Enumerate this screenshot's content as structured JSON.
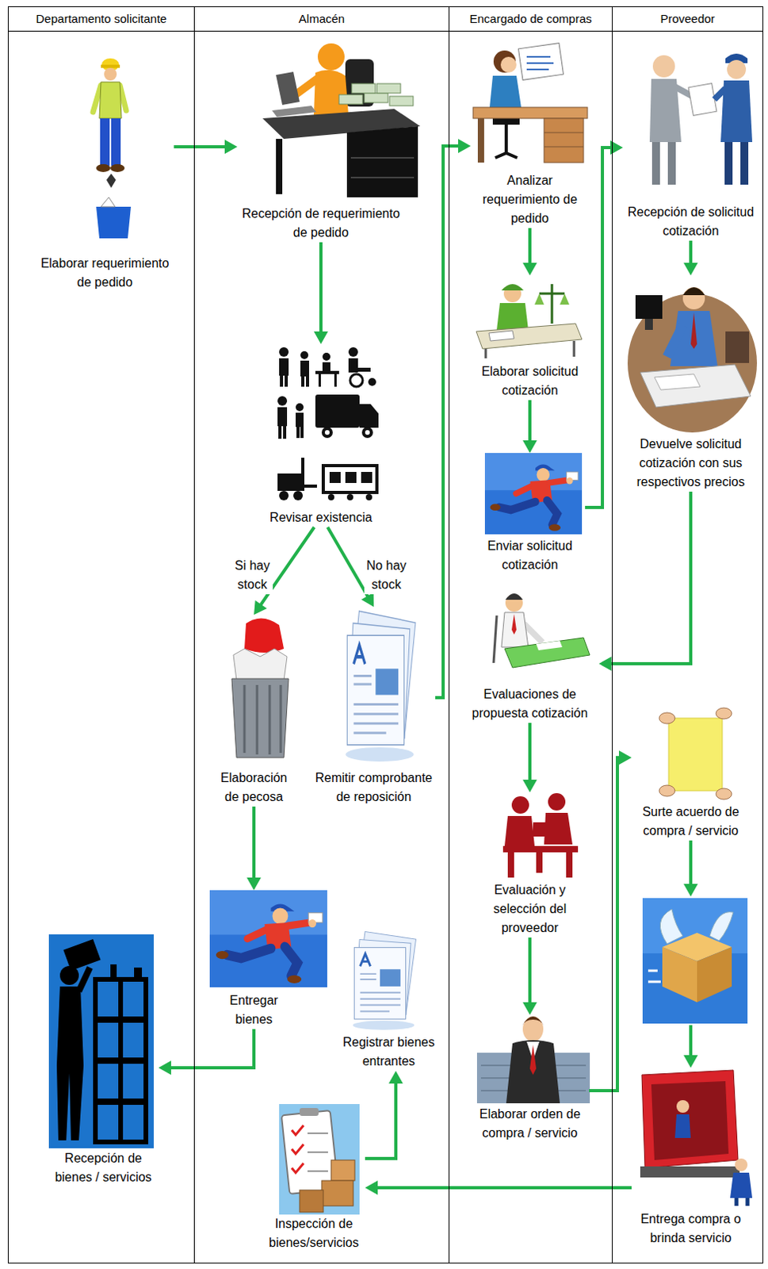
{
  "diagram": {
    "nodes": [
      {
        "text": [
          "Departamento solicitante"
        ]
      },
      {
        "text": [
          "Almacén"
        ]
      },
      {
        "text": [
          "Encargado de compras"
        ]
      },
      {
        "text": [
          "Proveedor"
        ]
      },
      {
        "text": [
          "Elaborar requerimiento de pedido"
        ],
        "in": 0
      },
      {
        "text": [
          "Recepción de bienes / servicios"
        ],
        "in": 0
      },
      {
        "text": [
          "Recepción de requerimiento de pedido"
        ],
        "in": 1
      },
      {
        "text": [
          "Revisar existencia"
        ],
        "in": 1
      },
      {
        "text": [
          "Elaboración de pecosa"
        ],
        "in": 1
      },
      {
        "text": [
          "Remitir comprobante de reposición"
        ],
        "in": 1
      },
      {
        "text": [
          "Entregar bienes"
        ],
        "in": 1
      },
      {
        "text": [
          "Registrar bienes entrantes"
        ],
        "in": 1
      },
      {
        "text": [
          "Inspección de bienes/servicios"
        ],
        "in": 1
      },
      {
        "text": [
          "Analizar requerimiento de pedido"
        ],
        "in": 2
      },
      {
        "text": [
          "Elaborar solicitud cotización"
        ],
        "in": 2
      },
      {
        "text": [
          "Enviar solicitud cotización"
        ],
        "in": 2
      },
      {
        "text": [
          "Evaluaciones de propuesta cotización"
        ],
        "in": 2
      },
      {
        "text": [
          "Evaluación y selección del proveedor"
        ],
        "in": 2
      },
      {
        "text": [
          "Elaborar orden de compra / servicio"
        ],
        "in": 2
      },
      {
        "text": [
          "Recepción de solicitud cotización"
        ],
        "in": 3
      },
      {
        "text": [
          "Devuelve solicitud cotización con sus respectivos precios"
        ],
        "in": 3
      },
      {
        "text": [
          "Surte acuerdo de compra / servicio"
        ],
        "in": 3
      },
      {
        "text": [
          "Entrega compra o brinda servicio"
        ],
        "in": 3
      }
    ],
    "edges": [
      {
        "from": 4,
        "to": 6,
        "arrow": "to"
      },
      {
        "from": 6,
        "to": 7,
        "arrow": "to"
      },
      {
        "from": 7,
        "to": 8,
        "label": "Si hay stock",
        "arrow": "to"
      },
      {
        "from": 7,
        "to": 9,
        "label": "No hay stock",
        "arrow": "to"
      },
      {
        "from": 8,
        "to": 10,
        "arrow": "to"
      },
      {
        "from": 10,
        "to": 5,
        "arrow": "to"
      },
      {
        "from": 9,
        "to": 13,
        "arrow": "to"
      },
      {
        "from": 13,
        "to": 14,
        "arrow": "to"
      },
      {
        "from": 14,
        "to": 15,
        "arrow": "to"
      },
      {
        "from": 15,
        "to": 19,
        "arrow": "to"
      },
      {
        "from": 19,
        "to": 20,
        "arrow": "to"
      },
      {
        "from": 20,
        "to": 16,
        "arrow": "to"
      },
      {
        "from": 16,
        "to": 17,
        "arrow": "to"
      },
      {
        "from": 17,
        "to": 18,
        "arrow": "to"
      },
      {
        "from": 18,
        "to": 21,
        "arrow": "to"
      },
      {
        "from": 21,
        "to": 22,
        "arrow": "to"
      },
      {
        "from": 22,
        "to": 12,
        "arrow": "to"
      },
      {
        "from": 12,
        "to": 11,
        "arrow": "to"
      }
    ]
  }
}
